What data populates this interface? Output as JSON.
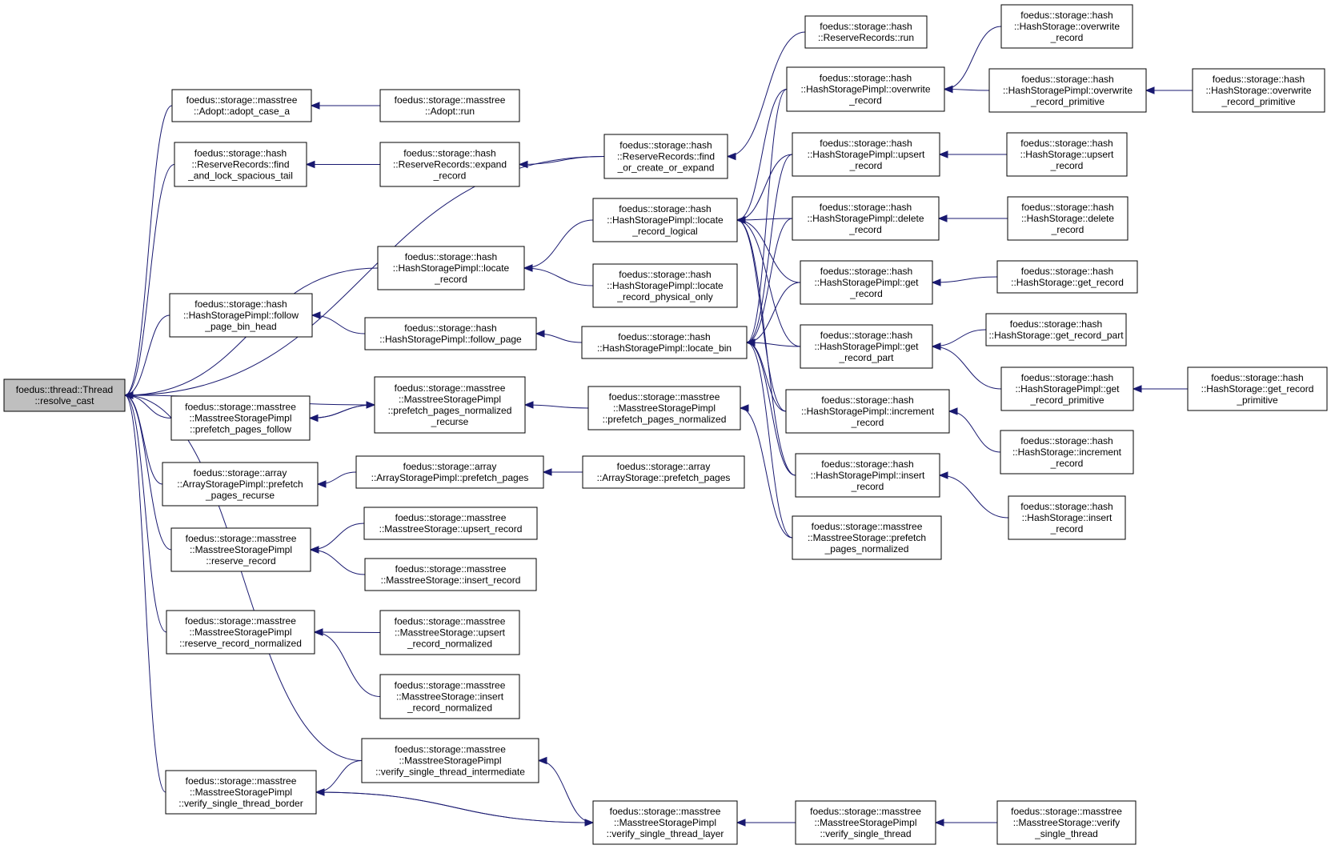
{
  "graph": {
    "type": "caller-graph",
    "colors": {
      "edge": "#191970",
      "root_fill": "#bfbfbf",
      "node_fill": "#ffffff",
      "node_border": "#000000"
    },
    "nodes": [
      {
        "id": "root",
        "lines": [
          "foedus::thread::Thread",
          "::resolve_cast"
        ]
      },
      {
        "id": "adopt_case_a",
        "lines": [
          "foedus::storage::masstree",
          "::Adopt::adopt_case_a"
        ]
      },
      {
        "id": "adopt_run",
        "lines": [
          "foedus::storage::masstree",
          "::Adopt::run"
        ]
      },
      {
        "id": "rr_find_tail",
        "lines": [
          "foedus::storage::hash",
          "::ReserveRecords::find",
          "_and_lock_spacious_tail"
        ]
      },
      {
        "id": "rr_expand",
        "lines": [
          "foedus::storage::hash",
          "::ReserveRecords::expand",
          "_record"
        ]
      },
      {
        "id": "rr_find_create",
        "lines": [
          "foedus::storage::hash",
          "::ReserveRecords::find",
          "_or_create_or_expand"
        ]
      },
      {
        "id": "rr_run",
        "lines": [
          "foedus::storage::hash",
          "::ReserveRecords::run"
        ]
      },
      {
        "id": "hsp_locate_record",
        "lines": [
          "foedus::storage::hash",
          "::HashStoragePimpl::locate",
          "_record"
        ]
      },
      {
        "id": "hsp_locate_logical",
        "lines": [
          "foedus::storage::hash",
          "::HashStoragePimpl::locate",
          "_record_logical"
        ]
      },
      {
        "id": "hsp_locate_physical",
        "lines": [
          "foedus::storage::hash",
          "::HashStoragePimpl::locate",
          "_record_physical_only"
        ]
      },
      {
        "id": "hsp_follow_head",
        "lines": [
          "foedus::storage::hash",
          "::HashStoragePimpl::follow",
          "_page_bin_head"
        ]
      },
      {
        "id": "hsp_follow_page",
        "lines": [
          "foedus::storage::hash",
          "::HashStoragePimpl::follow_page"
        ]
      },
      {
        "id": "hsp_locate_bin",
        "lines": [
          "foedus::storage::hash",
          "::HashStoragePimpl::locate_bin"
        ]
      },
      {
        "id": "msp_prefetch_follow",
        "lines": [
          "foedus::storage::masstree",
          "::MasstreeStoragePimpl",
          "::prefetch_pages_follow"
        ]
      },
      {
        "id": "msp_prefetch_recurse",
        "lines": [
          "foedus::storage::masstree",
          "::MasstreeStoragePimpl",
          "::prefetch_pages_normalized",
          "_recurse"
        ]
      },
      {
        "id": "msp_prefetch_norm",
        "lines": [
          "foedus::storage::masstree",
          "::MasstreeStoragePimpl",
          "::prefetch_pages_normalized"
        ]
      },
      {
        "id": "ms_prefetch_norm",
        "lines": [
          "foedus::storage::masstree",
          "::MasstreeStorage::prefetch",
          "_pages_normalized"
        ]
      },
      {
        "id": "asp_prefetch_recurse",
        "lines": [
          "foedus::storage::array",
          "::ArrayStoragePimpl::prefetch",
          "_pages_recurse"
        ]
      },
      {
        "id": "asp_prefetch",
        "lines": [
          "foedus::storage::array",
          "::ArrayStoragePimpl::prefetch_pages"
        ]
      },
      {
        "id": "as_prefetch",
        "lines": [
          "foedus::storage::array",
          "::ArrayStorage::prefetch_pages"
        ]
      },
      {
        "id": "msp_reserve",
        "lines": [
          "foedus::storage::masstree",
          "::MasstreeStoragePimpl",
          "::reserve_record"
        ]
      },
      {
        "id": "ms_upsert",
        "lines": [
          "foedus::storage::masstree",
          "::MasstreeStorage::upsert_record"
        ]
      },
      {
        "id": "ms_insert",
        "lines": [
          "foedus::storage::masstree",
          "::MasstreeStorage::insert_record"
        ]
      },
      {
        "id": "msp_reserve_norm",
        "lines": [
          "foedus::storage::masstree",
          "::MasstreeStoragePimpl",
          "::reserve_record_normalized"
        ]
      },
      {
        "id": "ms_upsert_norm",
        "lines": [
          "foedus::storage::masstree",
          "::MasstreeStorage::upsert",
          "_record_normalized"
        ]
      },
      {
        "id": "ms_insert_norm",
        "lines": [
          "foedus::storage::masstree",
          "::MasstreeStorage::insert",
          "_record_normalized"
        ]
      },
      {
        "id": "msp_verify_inter",
        "lines": [
          "foedus::storage::masstree",
          "::MasstreeStoragePimpl",
          "::verify_single_thread_intermediate"
        ]
      },
      {
        "id": "msp_verify_border",
        "lines": [
          "foedus::storage::masstree",
          "::MasstreeStoragePimpl",
          "::verify_single_thread_border"
        ]
      },
      {
        "id": "msp_verify_layer",
        "lines": [
          "foedus::storage::masstree",
          "::MasstreeStoragePimpl",
          "::verify_single_thread_layer"
        ]
      },
      {
        "id": "msp_verify",
        "lines": [
          "foedus::storage::masstree",
          "::MasstreeStoragePimpl",
          "::verify_single_thread"
        ]
      },
      {
        "id": "ms_verify",
        "lines": [
          "foedus::storage::masstree",
          "::MasstreeStorage::verify",
          "_single_thread"
        ]
      },
      {
        "id": "hsp_overwrite",
        "lines": [
          "foedus::storage::hash",
          "::HashStoragePimpl::overwrite",
          "_record"
        ]
      },
      {
        "id": "hs_overwrite",
        "lines": [
          "foedus::storage::hash",
          "::HashStorage::overwrite",
          "_record"
        ]
      },
      {
        "id": "hsp_overwrite_prim",
        "lines": [
          "foedus::storage::hash",
          "::HashStoragePimpl::overwrite",
          "_record_primitive"
        ]
      },
      {
        "id": "hs_overwrite_prim",
        "lines": [
          "foedus::storage::hash",
          "::HashStorage::overwrite",
          "_record_primitive"
        ]
      },
      {
        "id": "hsp_upsert",
        "lines": [
          "foedus::storage::hash",
          "::HashStoragePimpl::upsert",
          "_record"
        ]
      },
      {
        "id": "hs_upsert",
        "lines": [
          "foedus::storage::hash",
          "::HashStorage::upsert",
          "_record"
        ]
      },
      {
        "id": "hsp_delete",
        "lines": [
          "foedus::storage::hash",
          "::HashStoragePimpl::delete",
          "_record"
        ]
      },
      {
        "id": "hs_delete",
        "lines": [
          "foedus::storage::hash",
          "::HashStorage::delete",
          "_record"
        ]
      },
      {
        "id": "hsp_get",
        "lines": [
          "foedus::storage::hash",
          "::HashStoragePimpl::get",
          "_record"
        ]
      },
      {
        "id": "hs_get",
        "lines": [
          "foedus::storage::hash",
          "::HashStorage::get_record"
        ]
      },
      {
        "id": "hsp_get_part",
        "lines": [
          "foedus::storage::hash",
          "::HashStoragePimpl::get",
          "_record_part"
        ]
      },
      {
        "id": "hs_get_part",
        "lines": [
          "foedus::storage::hash",
          "::HashStorage::get_record_part"
        ]
      },
      {
        "id": "hsp_get_prim",
        "lines": [
          "foedus::storage::hash",
          "::HashStoragePimpl::get",
          "_record_primitive"
        ]
      },
      {
        "id": "hs_get_prim",
        "lines": [
          "foedus::storage::hash",
          "::HashStorage::get_record",
          "_primitive"
        ]
      },
      {
        "id": "hsp_increment",
        "lines": [
          "foedus::storage::hash",
          "::HashStoragePimpl::increment",
          "_record"
        ]
      },
      {
        "id": "hs_increment",
        "lines": [
          "foedus::storage::hash",
          "::HashStorage::increment",
          "_record"
        ]
      },
      {
        "id": "hsp_insert",
        "lines": [
          "foedus::storage::hash",
          "::HashStoragePimpl::insert",
          "_record"
        ]
      },
      {
        "id": "hs_insert",
        "lines": [
          "foedus::storage::hash",
          "::HashStorage::insert",
          "_record"
        ]
      }
    ],
    "edges": [
      {
        "from": "adopt_case_a",
        "to": "root"
      },
      {
        "from": "adopt_run",
        "to": "adopt_case_a"
      },
      {
        "from": "rr_find_tail",
        "to": "root"
      },
      {
        "from": "rr_expand",
        "to": "rr_find_tail"
      },
      {
        "from": "rr_find_create",
        "to": "rr_expand"
      },
      {
        "from": "rr_find_create",
        "to": "root"
      },
      {
        "from": "rr_run",
        "to": "rr_find_create"
      },
      {
        "from": "hsp_locate_record",
        "to": "root"
      },
      {
        "from": "hsp_locate_logical",
        "to": "hsp_locate_record"
      },
      {
        "from": "hsp_locate_physical",
        "to": "hsp_locate_record"
      },
      {
        "from": "hsp_follow_head",
        "to": "root"
      },
      {
        "from": "hsp_follow_page",
        "to": "hsp_follow_head"
      },
      {
        "from": "hsp_locate_bin",
        "to": "hsp_follow_page"
      },
      {
        "from": "msp_prefetch_recurse",
        "to": "root"
      },
      {
        "from": "msp_prefetch_follow",
        "to": "root"
      },
      {
        "from": "msp_prefetch_recurse",
        "to": "msp_prefetch_follow"
      },
      {
        "from": "msp_prefetch_follow",
        "to": "msp_prefetch_recurse"
      },
      {
        "from": "msp_prefetch_norm",
        "to": "msp_prefetch_recurse"
      },
      {
        "from": "ms_prefetch_norm",
        "to": "msp_prefetch_norm"
      },
      {
        "from": "asp_prefetch_recurse",
        "to": "root"
      },
      {
        "from": "asp_prefetch",
        "to": "asp_prefetch_recurse"
      },
      {
        "from": "as_prefetch",
        "to": "asp_prefetch"
      },
      {
        "from": "msp_reserve",
        "to": "root"
      },
      {
        "from": "ms_upsert",
        "to": "msp_reserve"
      },
      {
        "from": "ms_insert",
        "to": "msp_reserve"
      },
      {
        "from": "msp_reserve_norm",
        "to": "root"
      },
      {
        "from": "ms_upsert_norm",
        "to": "msp_reserve_norm"
      },
      {
        "from": "ms_insert_norm",
        "to": "msp_reserve_norm"
      },
      {
        "from": "msp_verify_inter",
        "to": "root"
      },
      {
        "from": "msp_verify_border",
        "to": "root"
      },
      {
        "from": "msp_verify_inter",
        "to": "msp_verify_border"
      },
      {
        "from": "msp_verify_layer",
        "to": "msp_verify_border"
      },
      {
        "from": "msp_verify_border",
        "to": "msp_verify_layer"
      },
      {
        "from": "msp_verify_layer",
        "to": "msp_verify_inter"
      },
      {
        "from": "msp_verify",
        "to": "msp_verify_layer"
      },
      {
        "from": "ms_verify",
        "to": "msp_verify"
      },
      {
        "from": "hs_overwrite",
        "to": "hsp_overwrite"
      },
      {
        "from": "hsp_overwrite_prim",
        "to": "hsp_overwrite"
      },
      {
        "from": "hs_overwrite_prim",
        "to": "hsp_overwrite_prim"
      },
      {
        "from": "hs_upsert",
        "to": "hsp_upsert"
      },
      {
        "from": "hs_delete",
        "to": "hsp_delete"
      },
      {
        "from": "hs_get",
        "to": "hsp_get"
      },
      {
        "from": "hs_get_part",
        "to": "hsp_get_part"
      },
      {
        "from": "hsp_get_prim",
        "to": "hsp_get_part"
      },
      {
        "from": "hs_get_prim",
        "to": "hsp_get_prim"
      },
      {
        "from": "hs_increment",
        "to": "hsp_increment"
      },
      {
        "from": "hs_insert",
        "to": "hsp_insert"
      },
      {
        "from": "hsp_overwrite",
        "to": "hsp_locate_logical"
      },
      {
        "from": "hsp_upsert",
        "to": "hsp_locate_logical"
      },
      {
        "from": "hsp_delete",
        "to": "hsp_locate_logical"
      },
      {
        "from": "hsp_get",
        "to": "hsp_locate_logical"
      },
      {
        "from": "hsp_get_part",
        "to": "hsp_locate_logical"
      },
      {
        "from": "hsp_increment",
        "to": "hsp_locate_logical"
      },
      {
        "from": "hsp_insert",
        "to": "hsp_locate_logical"
      },
      {
        "from": "hsp_overwrite",
        "to": "hsp_locate_bin"
      },
      {
        "from": "hsp_upsert",
        "to": "hsp_locate_bin"
      },
      {
        "from": "hsp_delete",
        "to": "hsp_locate_bin"
      },
      {
        "from": "hsp_get",
        "to": "hsp_locate_bin"
      },
      {
        "from": "hsp_get_part",
        "to": "hsp_locate_bin"
      },
      {
        "from": "hsp_increment",
        "to": "hsp_locate_bin"
      },
      {
        "from": "hsp_insert",
        "to": "hsp_locate_bin"
      },
      {
        "from": "ms_prefetch_norm",
        "to": "hsp_locate_bin"
      }
    ]
  }
}
